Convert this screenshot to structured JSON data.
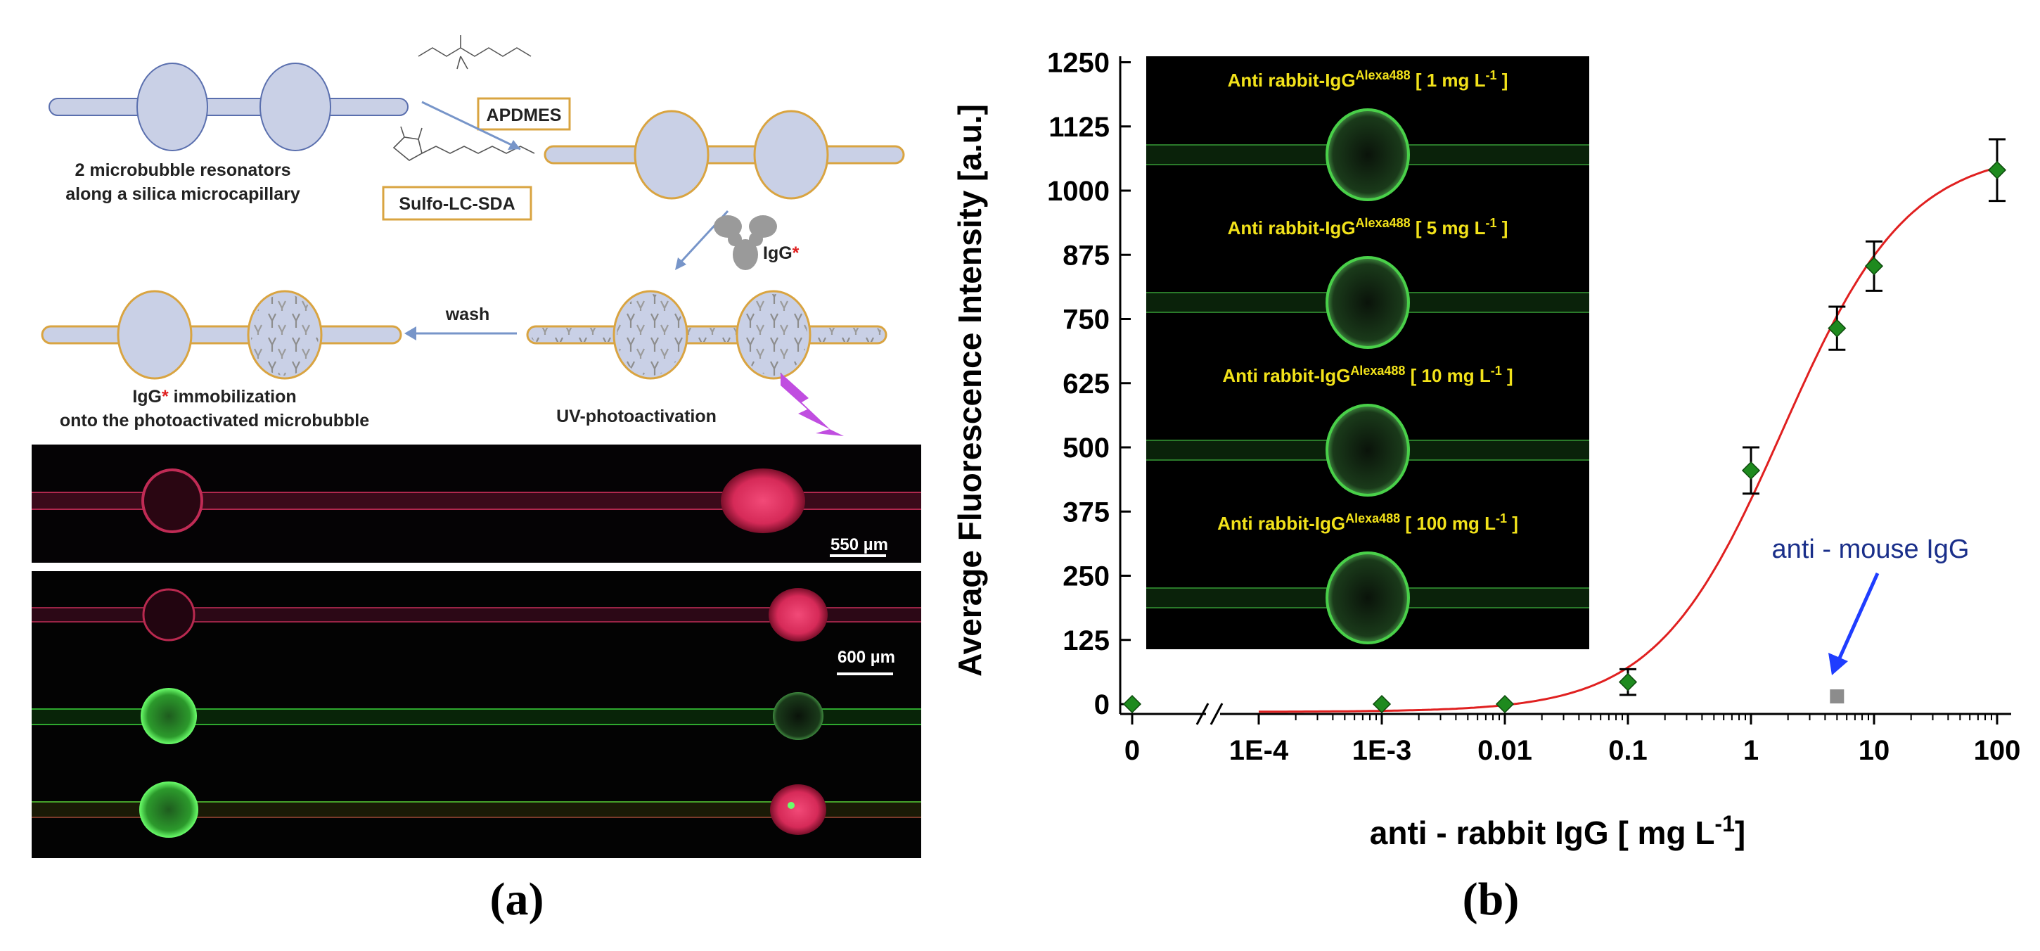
{
  "panel_a": {
    "label": "(a)",
    "schematic": {
      "step1_caption_line1": "2 microbubble resonators",
      "step1_caption_line2": "along a silica microcapillary",
      "reagent1": "APDMES",
      "reagent2": "Sulfo-LC-SDA",
      "igg_label": "IgG",
      "asterisk": "*",
      "wash_label": "wash",
      "uv_label": "UV-photoactivation",
      "immob_line1_prefix": "IgG",
      "immob_line1_suffix": " immobilization",
      "immob_line2": "onto the photoactivated microbubble"
    },
    "micrograph1": {
      "scalebar": "550 µm"
    },
    "micrograph2": {
      "scalebar": "600 µm"
    },
    "colors": {
      "red_channel": "#e0305a",
      "green_channel": "#2fd23a",
      "capillary": "#c9d0e6",
      "outline": "#d9a441"
    }
  },
  "panel_b": {
    "label": "(b)",
    "insets": [
      {
        "text": "Anti rabbit-IgG",
        "sup": "Alexa488",
        "conc": " [ 1 mg L",
        "exp": "-1",
        "end": " ]"
      },
      {
        "text": "Anti rabbit-IgG",
        "sup": "Alexa488",
        "conc": " [ 5 mg L",
        "exp": "-1",
        "end": " ]"
      },
      {
        "text": "Anti rabbit-IgG",
        "sup": "Alexa488",
        "conc": " [ 10 mg L",
        "exp": "-1",
        "end": " ]"
      },
      {
        "text": "Anti rabbit-IgG",
        "sup": "Alexa488",
        "conc": " [ 100 mg L",
        "exp": "-1",
        "end": " ]"
      }
    ],
    "annotation": "anti - mouse IgG"
  },
  "chart_data": {
    "type": "scatter",
    "xlabel": "anti - rabbit IgG [ mg L",
    "xlabel_exp": "-1",
    "xlabel_end": "]",
    "ylabel": "Average Fluorescence Intensity [a.u.]",
    "x_scale": "log (broken axis at 0)",
    "x_ticks": [
      "0",
      "1E-4",
      "1E-3",
      "0.01",
      "0.1",
      "1",
      "10",
      "100"
    ],
    "y_ticks": [
      "0",
      "125",
      "250",
      "375",
      "500",
      "625",
      "750",
      "875",
      "1000",
      "1125",
      "1250"
    ],
    "ylim": [
      0,
      1250
    ],
    "series": [
      {
        "color": "#1e8a1e",
        "marker": "diamond",
        "points": [
          {
            "x": 0,
            "y": 0,
            "err": 0
          },
          {
            "x": 0.001,
            "y": 0,
            "err": 0
          },
          {
            "x": 0.01,
            "y": 0,
            "err": 0
          },
          {
            "x": 0.1,
            "y": 43,
            "err": 25
          },
          {
            "x": 1,
            "y": 455,
            "err": 45
          },
          {
            "x": 5,
            "y": 732,
            "err": 42
          },
          {
            "x": 10,
            "y": 853,
            "err": 48
          },
          {
            "x": 100,
            "y": 1040,
            "err": 60
          }
        ]
      },
      {
        "color": "#8c8c8c",
        "marker": "square",
        "points": [
          {
            "x": 5,
            "y": 15
          }
        ]
      },
      {
        "color": "#e02020",
        "marker": "none",
        "fit": {
          "bottom": -15,
          "top": 1080,
          "ec50": 1.8,
          "hill": 0.85,
          "xmin": 0.0001,
          "xmax": 100
        }
      }
    ]
  }
}
